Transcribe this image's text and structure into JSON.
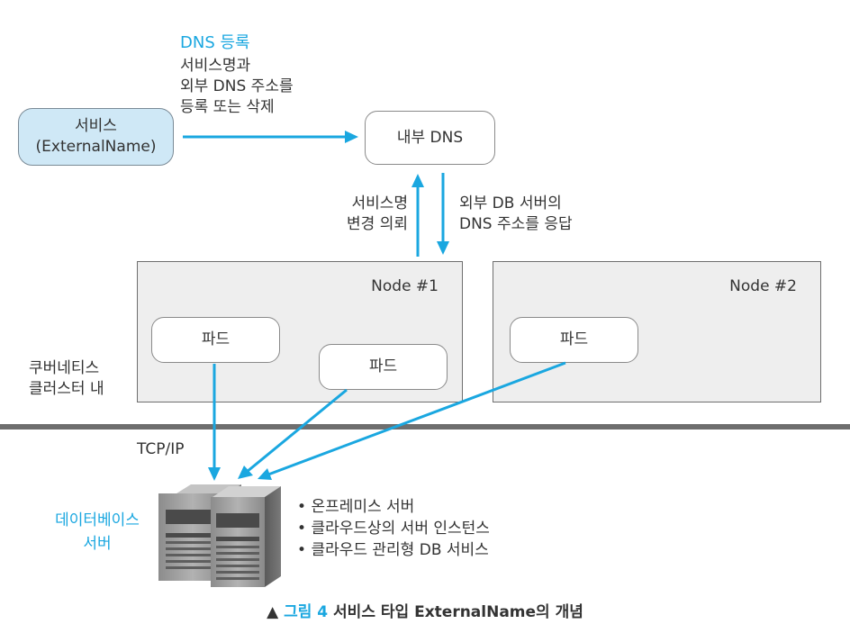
{
  "dns_registration": {
    "title": "DNS 등록",
    "lines": [
      "서비스명과",
      "외부 DNS 주소를",
      "등록 또는 삭제"
    ]
  },
  "service_box": {
    "line1": "서비스",
    "line2": "(ExternalName)"
  },
  "internal_dns": {
    "label": "내부 DNS"
  },
  "request_label": {
    "lines": [
      "서비스명",
      "변경 의뢰"
    ]
  },
  "response_label": {
    "lines": [
      "외부 DB 서버의",
      "DNS 주소를 응답"
    ]
  },
  "nodes": [
    {
      "label": "Node #1",
      "pods": [
        "파드",
        "파드"
      ]
    },
    {
      "label": "Node #2",
      "pods": [
        "파드"
      ]
    }
  ],
  "cluster_label": {
    "lines": [
      "쿠버네티스",
      "클러스터 내"
    ]
  },
  "protocol_label": "TCP/IP",
  "database": {
    "label_lines": [
      "데이터베이스",
      "서버"
    ],
    "options": [
      "온프레미스 서버",
      "클라우드상의 서버 인스턴스",
      "클라우드 관리형 DB 서비스"
    ]
  },
  "caption": {
    "marker": "▲",
    "figure": "그림 4",
    "text": "서비스 타입 ExternalName의 개념"
  },
  "colors": {
    "accent_blue": "#1aa7e0",
    "service_fill": "#cfe8f6",
    "node_fill": "#eeeeee",
    "divider": "#6e6e6e"
  }
}
